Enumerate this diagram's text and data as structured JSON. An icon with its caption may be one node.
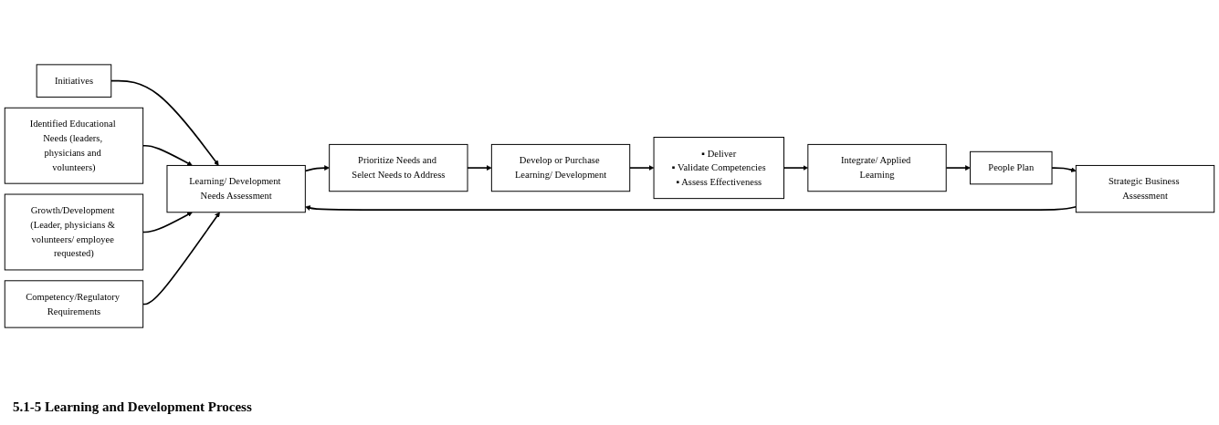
{
  "diagram": {
    "caption": "5.1-5 Learning and Development Process",
    "nodes": [
      {
        "text": [
          "Initiatives"
        ]
      },
      {
        "text": [
          "Identified Educational Needs (leaders, physicians and volunteers)"
        ]
      },
      {
        "text": [
          "Growth/Development (Leader, physicians & volunteers/ employee requested)"
        ]
      },
      {
        "text": [
          "Competency/Regulatory Requirements"
        ]
      },
      {
        "text": [
          "Strategic Business Assessment"
        ]
      },
      {
        "text": [
          "Learning/ Development Needs Assessment"
        ]
      },
      {
        "text": [
          "Prioritize Needs and Select Needs to Address"
        ]
      },
      {
        "text": [
          "Develop or Purchase Learning/ Development"
        ]
      },
      {
        "text": [
          "▪ Deliver",
          "▪ Validate Competencies",
          "▪ Assess Effectiveness"
        ]
      },
      {
        "text": [
          "Integrate/ Applied Learning"
        ]
      },
      {
        "text": [
          "People Plan"
        ]
      }
    ],
    "edges": [
      {
        "from": 0,
        "to": 5,
        "arrow": "to"
      },
      {
        "from": 1,
        "to": 5,
        "arrow": "to"
      },
      {
        "from": 2,
        "to": 5,
        "arrow": "to"
      },
      {
        "from": 3,
        "to": 5,
        "arrow": "to"
      },
      {
        "from": 4,
        "to": 5,
        "arrow": "to"
      },
      {
        "from": 5,
        "to": 6,
        "arrow": "to"
      },
      {
        "from": 6,
        "to": 7,
        "arrow": "to"
      },
      {
        "from": 7,
        "to": 8,
        "arrow": "to"
      },
      {
        "from": 8,
        "to": 9,
        "arrow": "to"
      },
      {
        "from": 9,
        "to": 10,
        "arrow": "to"
      },
      {
        "from": 10,
        "to": 4,
        "arrow": "to"
      }
    ]
  }
}
